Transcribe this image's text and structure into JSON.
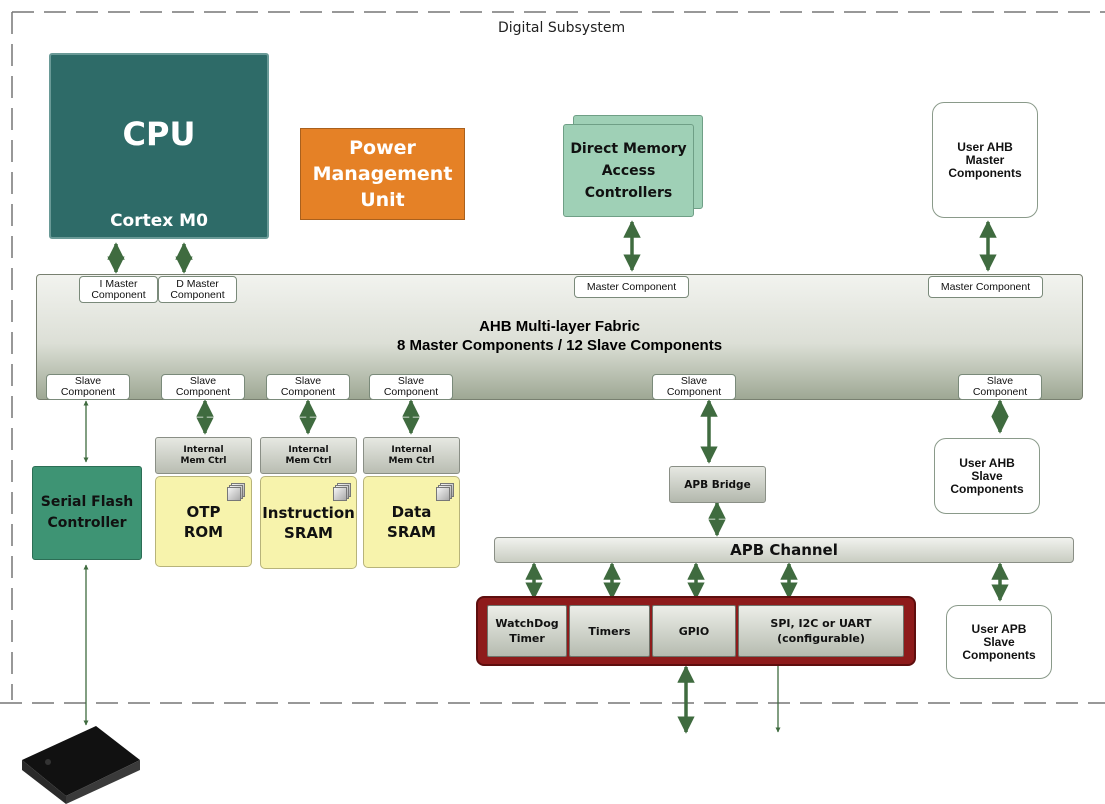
{
  "region": {
    "label": "Digital Subsystem"
  },
  "cpu": {
    "title": "CPU",
    "subtitle": "Cortex M0"
  },
  "pmu": {
    "line1": "Power",
    "line2": "Management",
    "line3": "Unit"
  },
  "dma": {
    "line1": "Direct Memory",
    "line2": "Access",
    "line3": "Controllers"
  },
  "user_ahb_master": {
    "line1": "User AHB",
    "line2": "Master",
    "line3": "Components"
  },
  "fabric": {
    "line1": "AHB Multi-layer Fabric",
    "line2": "8 Master Components / 12 Slave Components"
  },
  "master_ports": {
    "i_line1": "I Master",
    "i_line2": "Component",
    "d_line1": "D Master",
    "d_line2": "Component",
    "dma": "Master Component",
    "user": "Master Component"
  },
  "slave_port": {
    "line1": "Slave",
    "line2": "Component"
  },
  "mem_ctrl": {
    "line1": "Internal",
    "line2": "Mem Ctrl"
  },
  "memories": [
    {
      "line1": "OTP",
      "line2": "ROM"
    },
    {
      "line1": "Instruction",
      "line2": "SRAM"
    },
    {
      "line1": "Data",
      "line2": "SRAM"
    }
  ],
  "serial_flash": {
    "line1": "Serial Flash",
    "line2": "Controller"
  },
  "user_ahb_slave": {
    "line1": "User AHB",
    "line2": "Slave",
    "line3": "Components"
  },
  "apb_bridge": {
    "label": "APB Bridge"
  },
  "apb_channel": {
    "label": "APB Channel"
  },
  "peripherals": {
    "watchdog_line1": "WatchDog",
    "watchdog_line2": "Timer",
    "timers": "Timers",
    "gpio": "GPIO",
    "serial_line1": "SPI, I2C or UART",
    "serial_line2": "(configurable)"
  },
  "user_apb_slave": {
    "line1": "User APB",
    "line2": "Slave",
    "line3": "Components"
  },
  "colors": {
    "arrow": "#3f6b3f",
    "cpu": "#2e6b68",
    "pmu": "#e58126",
    "dma": "#9fd0b6",
    "memory": "#f7f3ac",
    "serial_flash": "#3e9474",
    "peripheral_frame": "#8e1b1b"
  }
}
